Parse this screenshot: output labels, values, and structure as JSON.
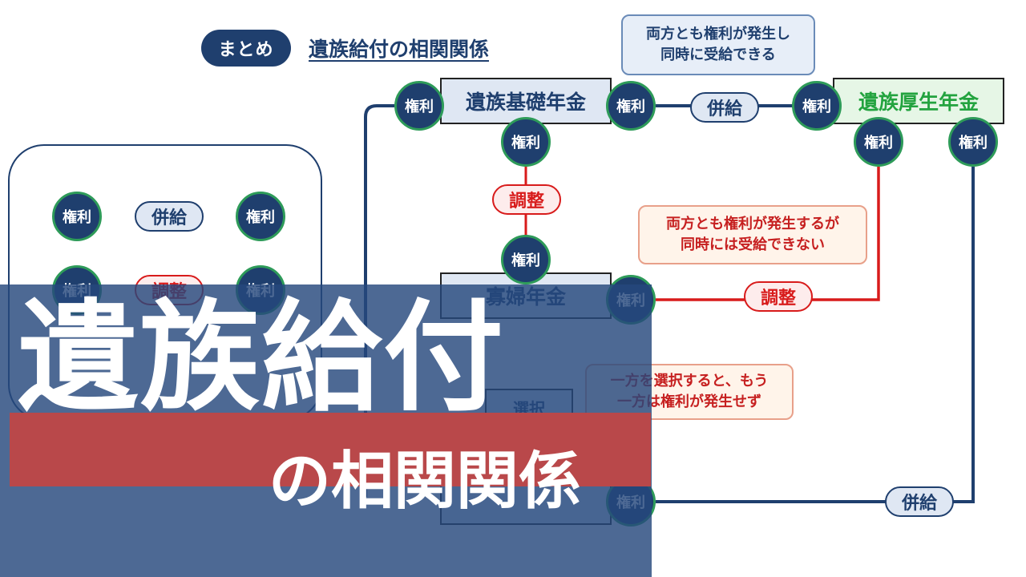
{
  "title": {
    "badge": "まとめ",
    "text": "遺族給付の相関関係"
  },
  "labels": {
    "right": "権利",
    "heikyu": "併給",
    "chosei": "調整",
    "sentaku": "選択"
  },
  "pensions": {
    "kiso": "遺族基礎年金",
    "kosei": "遺族厚生年金",
    "kafu": "寡婦年金"
  },
  "callouts": {
    "both_receive": [
      "両方とも権利が発生し",
      "同時に受給できる"
    ],
    "both_not_receive": [
      "両方とも権利が発生するが",
      "同時には受給できない"
    ],
    "select_one": [
      "一方を選択すると、もう",
      "一方は権利が発生せず"
    ]
  },
  "overlay": {
    "main": "遺族給付",
    "sub": "の相関関係"
  },
  "colors": {
    "navy": "#1f3f6e",
    "green": "#2e9b59",
    "red": "#d81b1b",
    "overlay_blue": "#26487c",
    "overlay_red": "#b9484a"
  }
}
